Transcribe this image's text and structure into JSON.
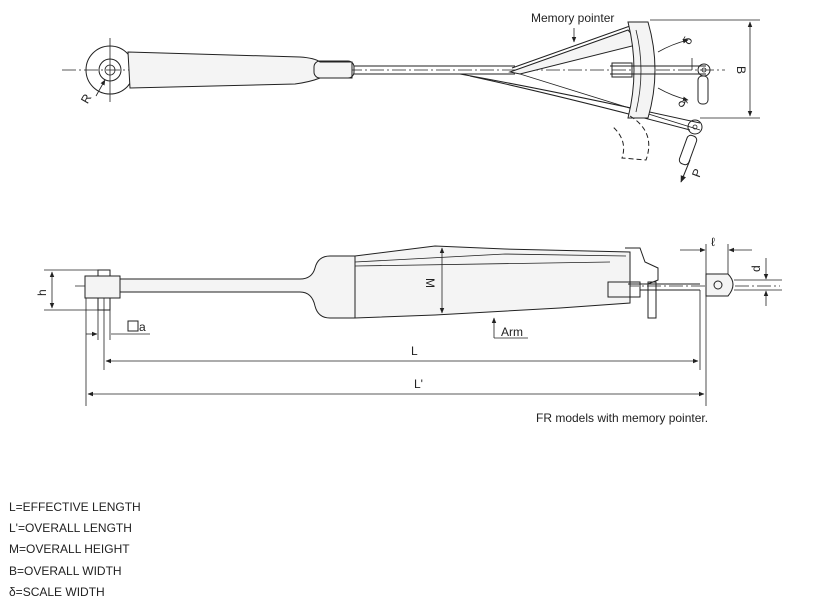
{
  "top_view": {
    "memory_pointer_label": "Memory pointer",
    "radius_label": "R",
    "scale_width_label_1": "δ",
    "scale_width_label_2": "δ",
    "overall_width_label": "B",
    "force_label": "P"
  },
  "side_view": {
    "small_length_label": "ℓ",
    "d_label": "d",
    "h_label": "h",
    "square_label": "a",
    "height_label": "M",
    "arm_label": "Arm",
    "effective_length_label": "L",
    "overall_length_label": "L'"
  },
  "caption": "FR models with memory pointer.",
  "legend": [
    "L=EFFECTIVE LENGTH",
    "L'=OVERALL LENGTH",
    "M=OVERALL HEIGHT",
    "B=OVERALL WIDTH",
    "δ=SCALE WIDTH"
  ]
}
